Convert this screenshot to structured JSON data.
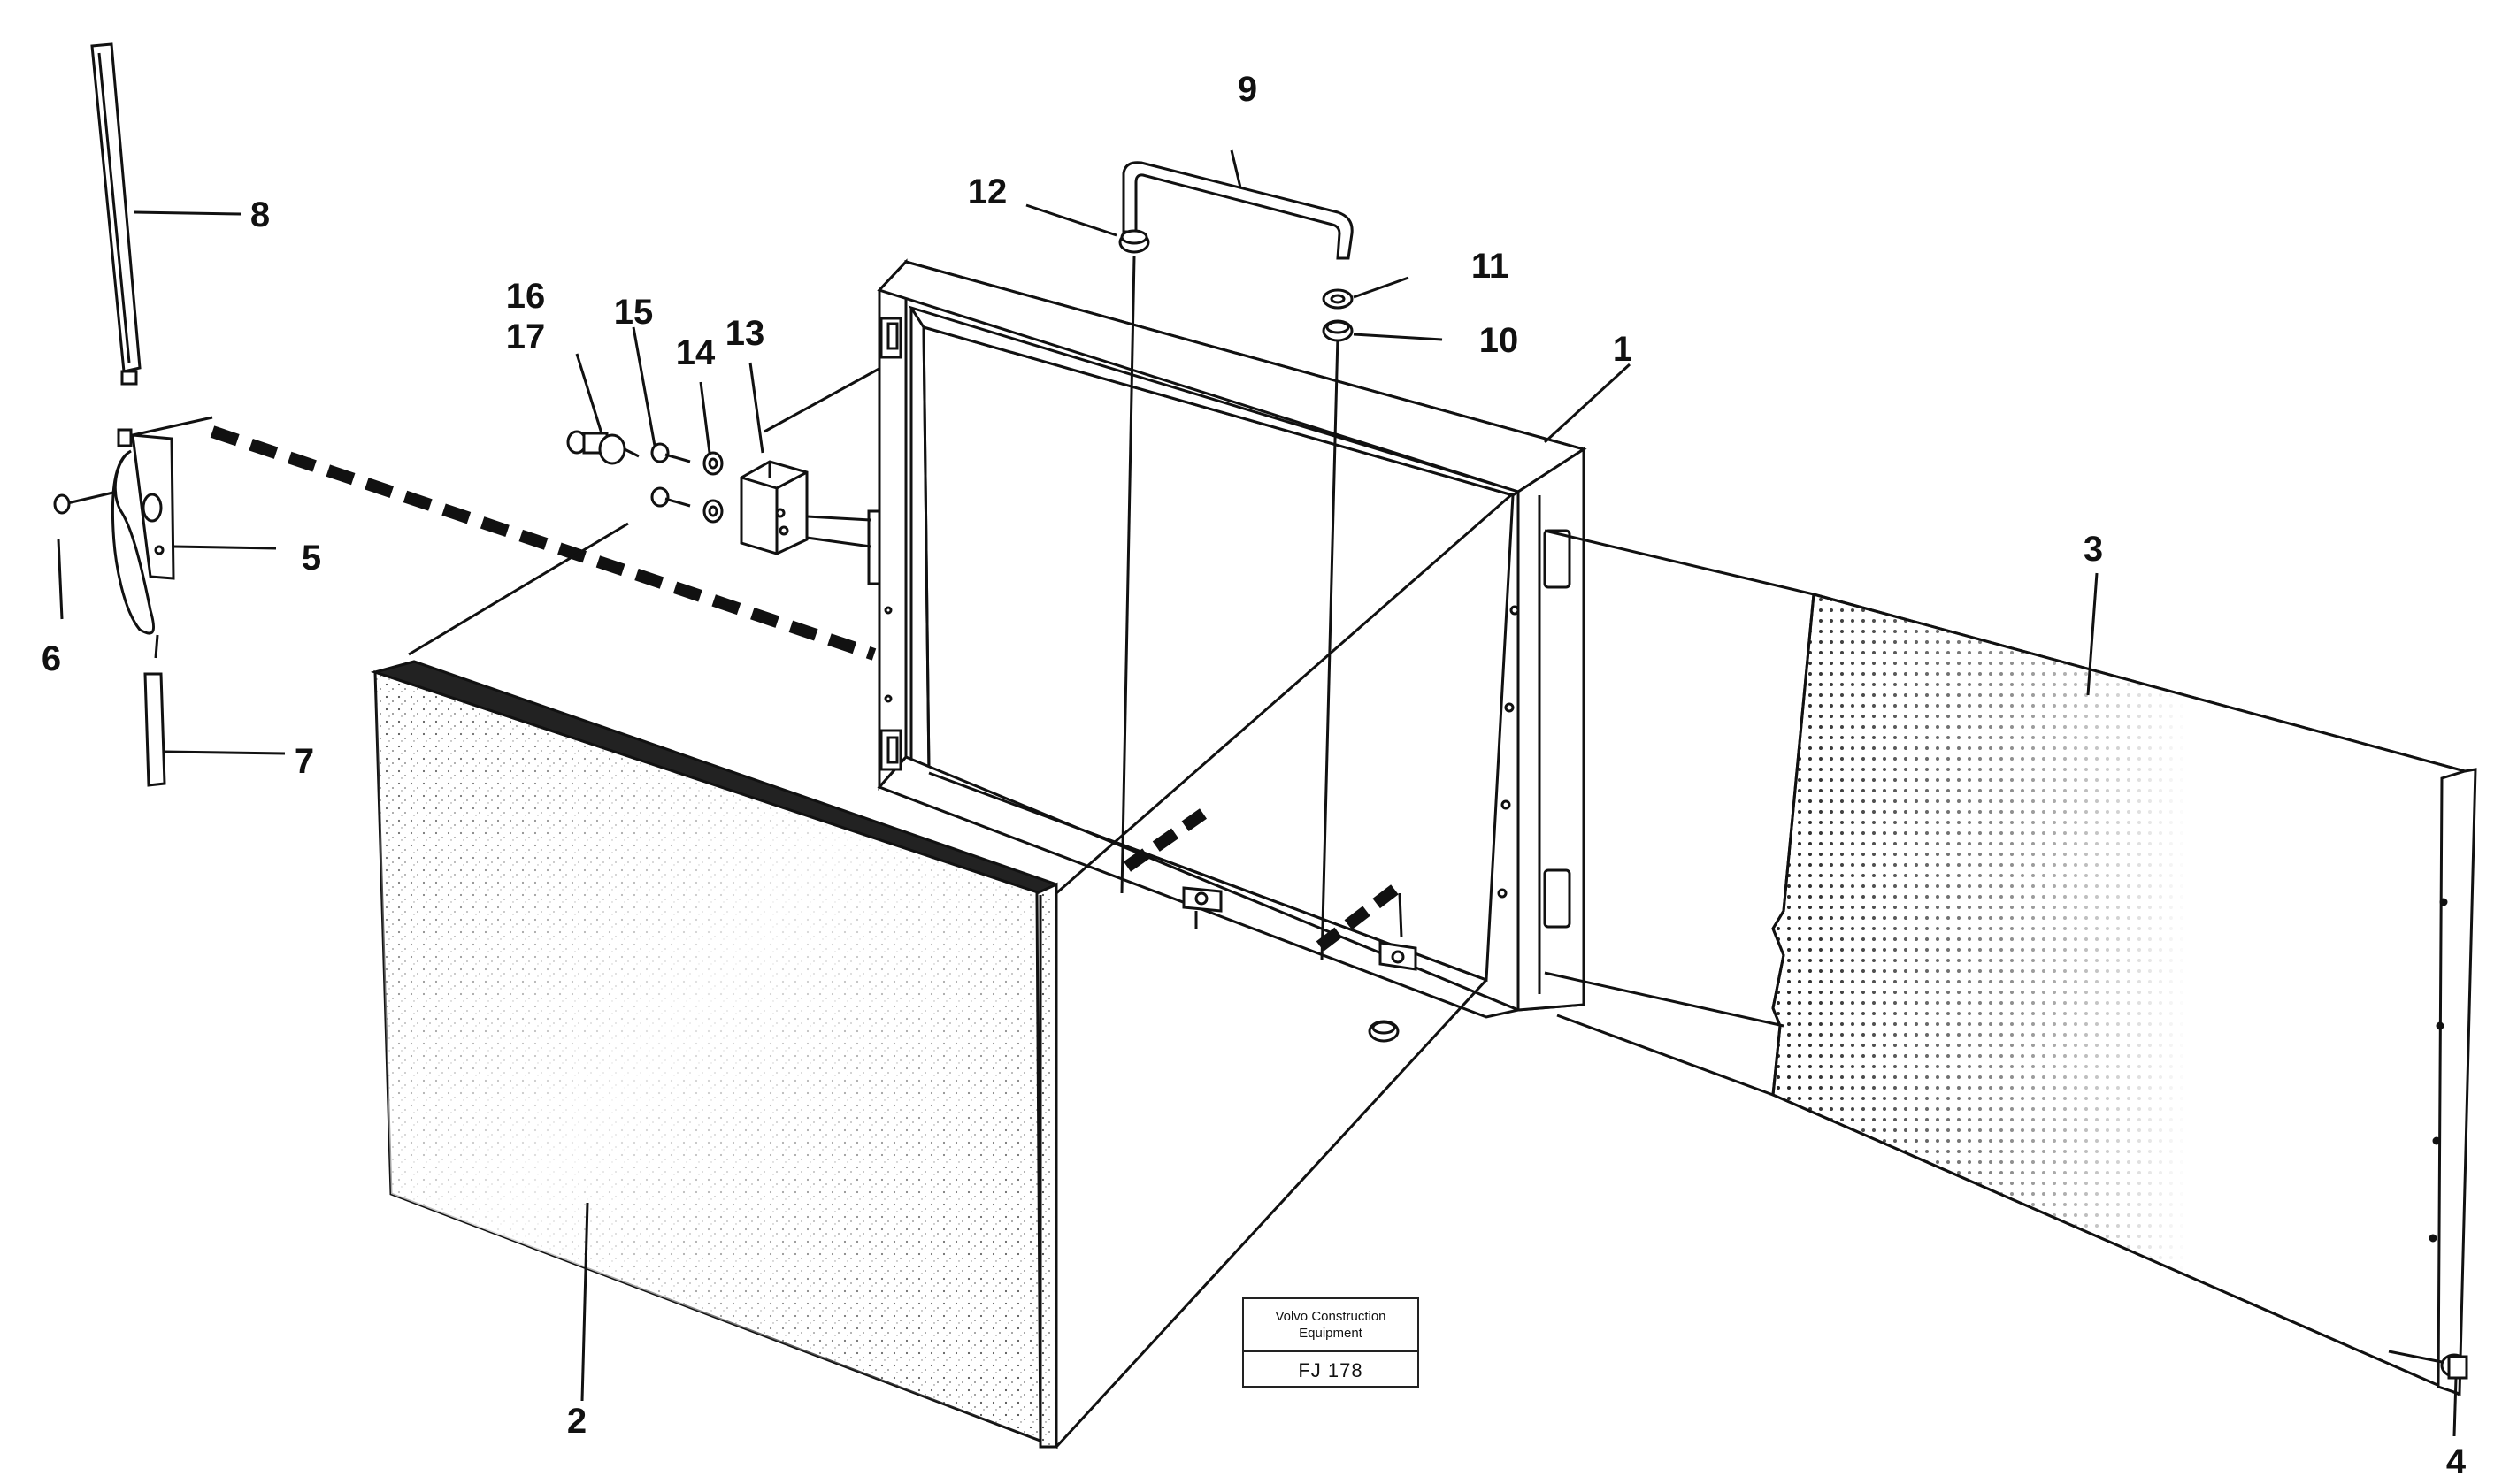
{
  "diagram": {
    "part_numbers": {
      "p1": "1",
      "p2": "2",
      "p3": "3",
      "p4": "4",
      "p5": "5",
      "p6": "6",
      "p7": "7",
      "p8": "8",
      "p9": "9",
      "p10": "10",
      "p11": "11",
      "p12": "12",
      "p13": "13",
      "p14": "14",
      "p15": "15",
      "p16": "16",
      "p17": "17"
    },
    "caption": {
      "line1": "Volvo Construction",
      "line2": "Equipment",
      "figure_code": "FJ 178"
    }
  }
}
